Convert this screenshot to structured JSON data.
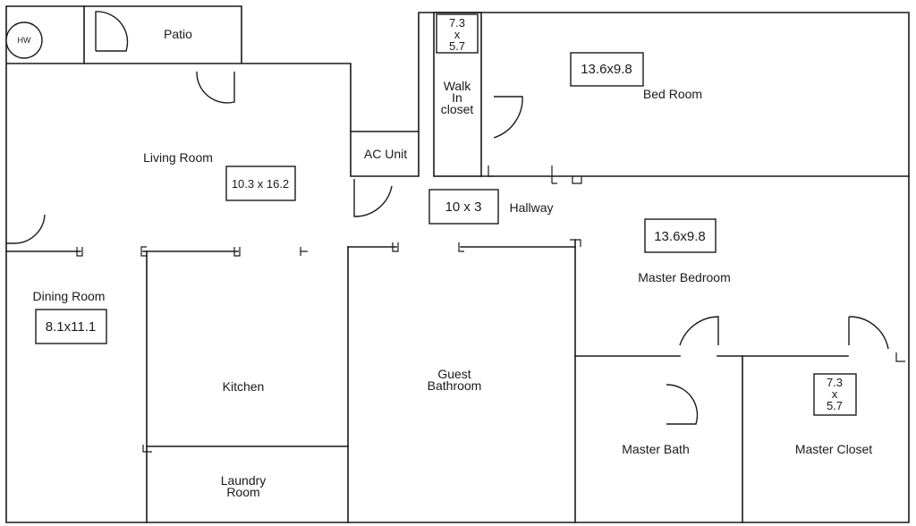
{
  "rooms": {
    "patio": "Patio",
    "living_room": "Living Room",
    "ac_unit": "AC Unit",
    "walk_in_closet": [
      "Walk",
      "In",
      "closet"
    ],
    "bed_room": "Bed Room",
    "hallway": "Hallway",
    "master_bedroom": "Master Bedroom",
    "dining_room": "Dining Room",
    "kitchen": "Kitchen",
    "guest_bathroom": [
      "Guest",
      "Bathroom"
    ],
    "laundry_room": [
      "Laundry",
      "Room"
    ],
    "master_bath": "Master Bath",
    "master_closet": "Master Closet"
  },
  "fixtures": {
    "water_heater": "HW"
  },
  "dimensions": {
    "walk_in_closet": [
      "7.3",
      "x",
      "5.7"
    ],
    "bed_room": "13.6x9.8",
    "living_room": "10.3 x 16.2",
    "hallway": "10 x 3",
    "master_bedroom": "13.6x9.8",
    "dining_room": "8.1x11.1",
    "master_closet": [
      "7.3",
      "x",
      "5.7"
    ]
  }
}
